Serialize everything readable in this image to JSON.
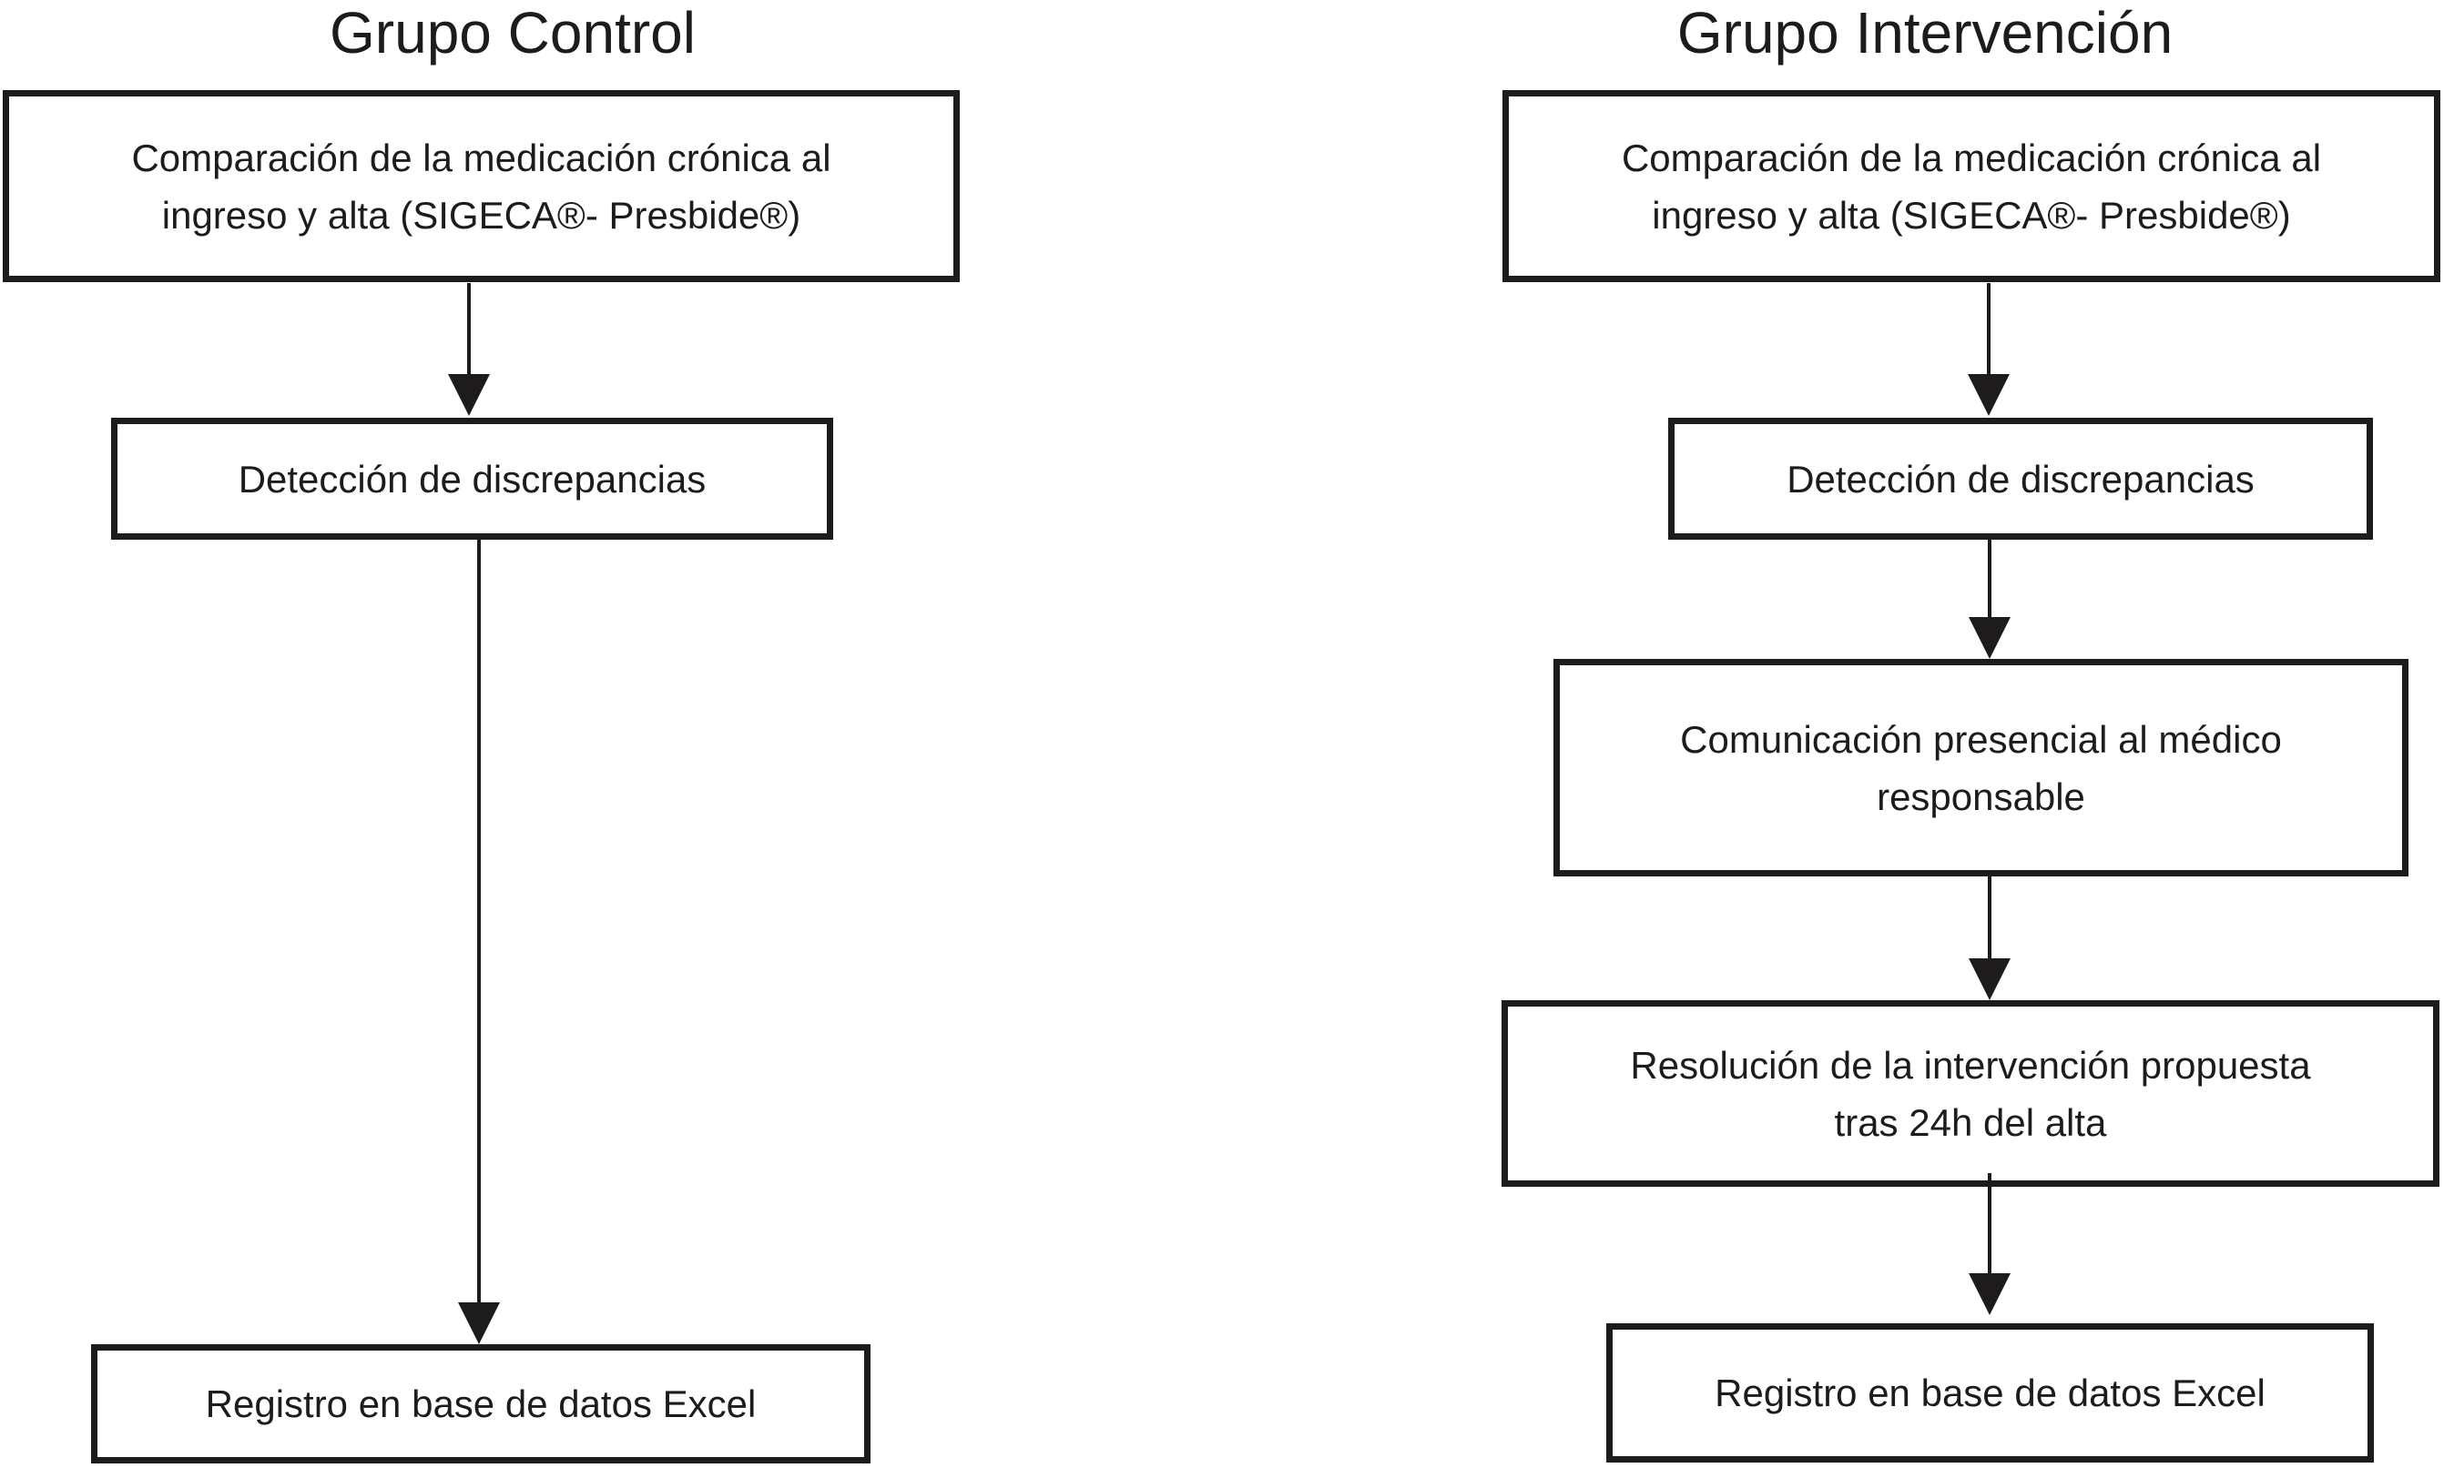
{
  "diagram": {
    "colors": {
      "ink": "#1d1b1b",
      "background": "#ffffff"
    },
    "columns": [
      {
        "title": "Grupo Control",
        "steps": [
          "Comparación de la medicación crónica al\ningreso y alta (SIGECA®- Presbide®)",
          "Detección de discrepancias",
          "Registro en base de datos Excel"
        ]
      },
      {
        "title": "Grupo Intervención",
        "steps": [
          "Comparación de la medicación crónica al\ningreso y alta (SIGECA®- Presbide®)",
          "Detección de discrepancias",
          "Comunicación presencial al médico\nresponsable",
          "Resolución de la intervención propuesta\ntras 24h del alta",
          "Registro en base de datos Excel"
        ]
      }
    ]
  }
}
